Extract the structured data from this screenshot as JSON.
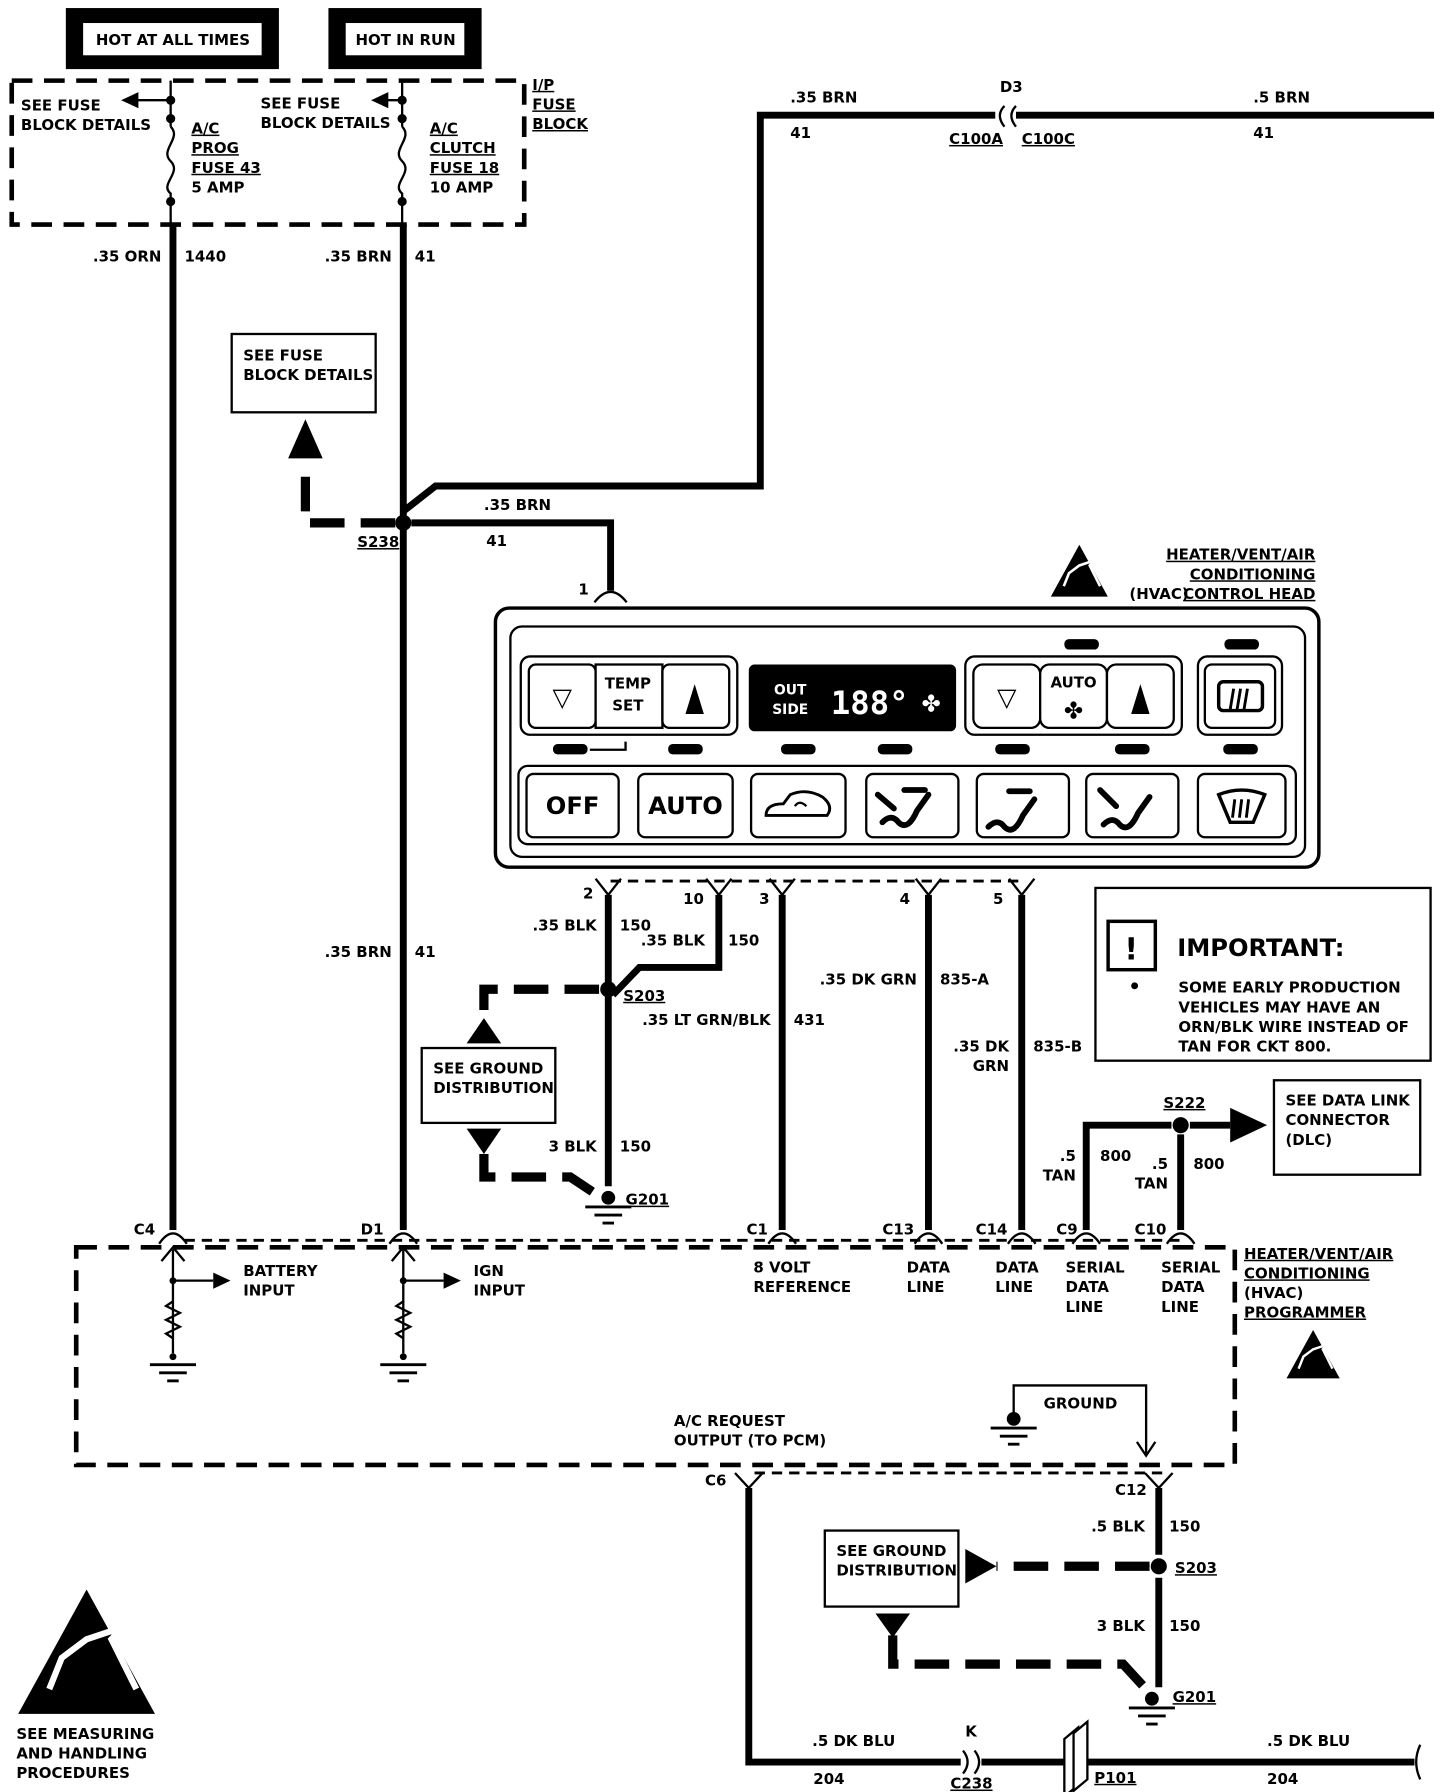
{
  "power_sources": {
    "hot_at_all_times": "HOT AT ALL TIMES",
    "hot_in_run": "HOT IN RUN"
  },
  "fuse_block": {
    "title": [
      "I/P",
      "FUSE",
      "BLOCK"
    ],
    "see_details_1": [
      "SEE FUSE",
      "BLOCK DETAILS"
    ],
    "see_details_2": [
      "SEE FUSE",
      "BLOCK DETAILS"
    ],
    "fuse_43": [
      "A/C",
      "PROG",
      "FUSE 43",
      "5 AMP"
    ],
    "fuse_18": [
      "A/C",
      "CLUTCH",
      "FUSE 18",
      "10 AMP"
    ]
  },
  "wires": {
    "w1440": {
      "color": ".35 ORN",
      "circuit": "1440"
    },
    "w41_top": {
      "color": ".35 BRN",
      "circuit": "41"
    },
    "w41_upper_right": {
      "color": ".35 BRN",
      "circuit": "41"
    },
    "w41_far_right": {
      "color": ".5 BRN",
      "circuit": "41"
    },
    "w41_mid": {
      "color": ".35 BRN",
      "circuit": "41"
    },
    "w41_lower": {
      "color": ".35 BRN",
      "circuit": "41"
    },
    "w150_a": {
      "color": ".35 BLK",
      "circuit": "150"
    },
    "w150_b": {
      "color": ".35 BLK",
      "circuit": "150"
    },
    "w150_g": {
      "color": "3 BLK",
      "circuit": "150"
    },
    "w431": {
      "color": ".35 LT GRN/BLK",
      "circuit": "431"
    },
    "w835a": {
      "color": ".35 DK GRN",
      "circuit": "835-A"
    },
    "w835b": {
      "color": [
        ".35 DK",
        "GRN"
      ],
      "circuit": "835-B"
    },
    "w800a": {
      "color": [
        ".5",
        "TAN"
      ],
      "circuit": "800"
    },
    "w800b": {
      "color": [
        ".5",
        "TAN"
      ],
      "circuit": "800"
    },
    "w150_c12": {
      "color": ".5 BLK",
      "circuit": "150"
    },
    "w150_c12g": {
      "color": "3 BLK",
      "circuit": "150"
    },
    "w204_left": {
      "color": ".5 DK BLU",
      "circuit": "204"
    },
    "w204_right": {
      "color": ".5 DK BLU",
      "circuit": "204"
    }
  },
  "connectors": {
    "d3": "D3",
    "c100a": "C100A",
    "c100c": "C100C",
    "s238": "S238",
    "s203": "S203",
    "s203b": "S203",
    "s222": "S222",
    "g201": "G201",
    "g201b": "G201",
    "k": "K",
    "c238": "C238",
    "p101": "P101"
  },
  "see_fuse_block_box": [
    "SEE FUSE",
    "BLOCK DETAILS"
  ],
  "see_ground_1": [
    "SEE GROUND",
    "DISTRIBUTION"
  ],
  "see_ground_2": [
    "SEE GROUND",
    "DISTRIBUTION"
  ],
  "see_dlc": [
    "SEE DATA LINK",
    "CONNECTOR",
    "(DLC)"
  ],
  "control_head": {
    "title": [
      "HEATER/VENT/AIR",
      "CONDITIONING",
      "(HVAC)",
      "CONTROL HEAD"
    ],
    "pins": [
      "1",
      "2",
      "10",
      "3",
      "4",
      "5"
    ],
    "temp_set": [
      "TEMP",
      "SET"
    ],
    "display_label": [
      "OUT",
      "SIDE"
    ],
    "display_value": "188°",
    "fan_auto": "AUTO",
    "off": "OFF",
    "auto": "AUTO"
  },
  "important": {
    "title": "IMPORTANT:",
    "text": [
      "SOME EARLY PRODUCTION",
      "VEHICLES MAY HAVE AN",
      "ORN/BLK WIRE INSTEAD OF",
      "TAN FOR CKT 800."
    ]
  },
  "programmer": {
    "title": [
      "HEATER/VENT/AIR",
      "CONDITIONING",
      "(HVAC)",
      "PROGRAMMER"
    ],
    "pins": {
      "c4": "C4",
      "d1": "D1",
      "c1": "C1",
      "c13": "C13",
      "c14": "C14",
      "c9": "C9",
      "c10": "C10",
      "c6": "C6",
      "c12": "C12"
    },
    "battery_input": [
      "BATTERY",
      "INPUT"
    ],
    "ign_input": [
      "IGN",
      "INPUT"
    ],
    "volt_ref": [
      "8 VOLT",
      "REFERENCE"
    ],
    "data_line_1": [
      "DATA",
      "LINE"
    ],
    "data_line_2": [
      "DATA",
      "LINE"
    ],
    "serial_1": [
      "SERIAL",
      "DATA",
      "LINE"
    ],
    "serial_2": [
      "SERIAL",
      "DATA",
      "LINE"
    ],
    "ac_request": [
      "A/C REQUEST",
      "OUTPUT (TO PCM)"
    ],
    "ground": "GROUND"
  },
  "esd_note": [
    "SEE MEASURING",
    "AND HANDLING",
    "PROCEDURES"
  ]
}
